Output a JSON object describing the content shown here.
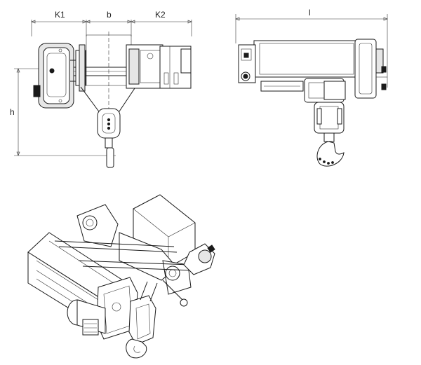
{
  "dimension_labels": {
    "k1": "K1",
    "b": "b",
    "k2": "K2",
    "l": "l",
    "h": "h"
  }
}
